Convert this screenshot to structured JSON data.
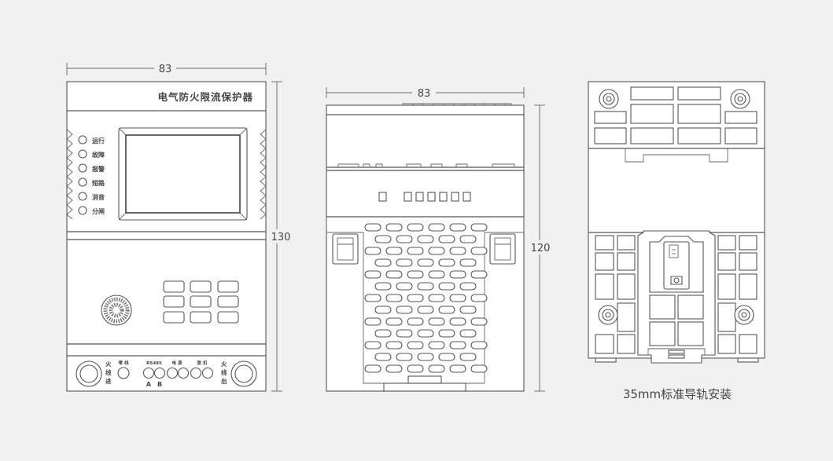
{
  "dimensions": {
    "front_width": "83",
    "front_height": "130",
    "side_width": "83",
    "side_height": "120"
  },
  "front_view": {
    "title": "电气防火限流保护器",
    "indicators": [
      "运行",
      "故障",
      "报警",
      "短路",
      "消音",
      "分闸"
    ],
    "bottom_left_label": [
      "火",
      "线",
      "进"
    ],
    "bottom_right_label": [
      "火",
      "线",
      "出"
    ],
    "port_labels": {
      "ground": "零 线",
      "rs485": "RS485",
      "power": "电 源",
      "trip": "脱 扣",
      "a": "A",
      "b": "B"
    }
  },
  "back_view": {
    "caption": "35mm标准导轨安装"
  }
}
